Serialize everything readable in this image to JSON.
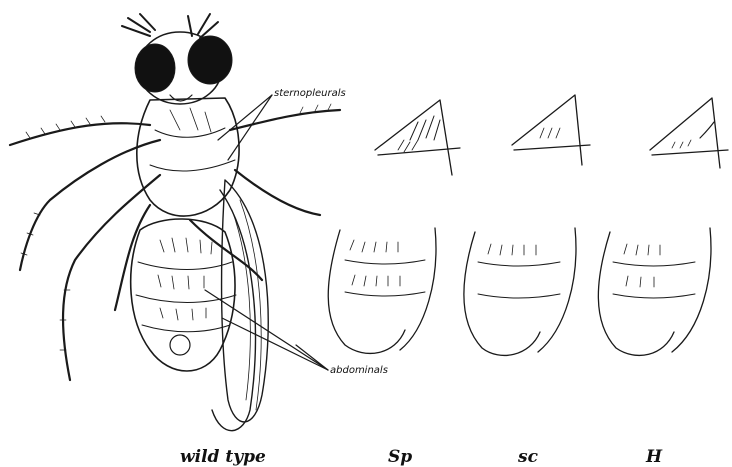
{
  "labels": {
    "sternopleurals": "sternopleurals",
    "abdominals": "abdominals"
  },
  "captions": {
    "wild_type": "wild type",
    "sp": "Sp",
    "sc": "sc",
    "h": "H"
  },
  "colors": {
    "ink": "#1a1a1a",
    "background": "#ffffff"
  }
}
